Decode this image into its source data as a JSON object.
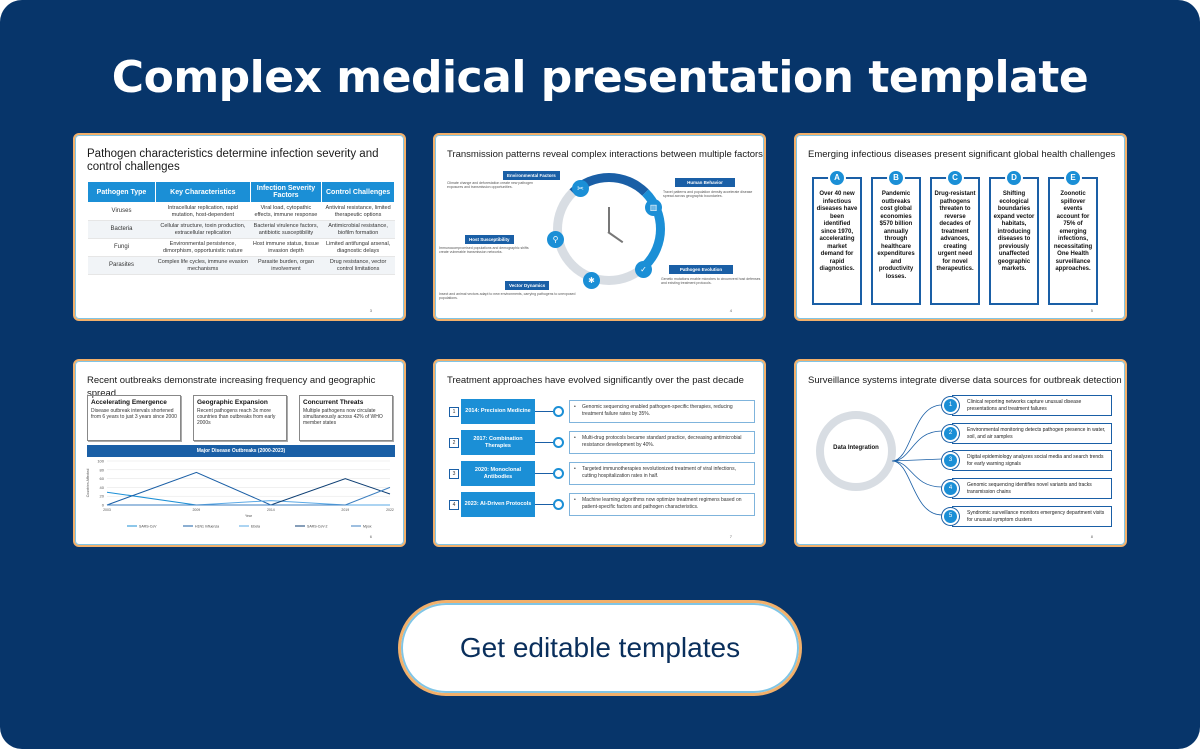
{
  "title": "Complex medical presentation template",
  "cta_label": "Get editable templates",
  "colors": {
    "background": "#07356a",
    "accent": "#1b8fd6",
    "dark_accent": "#1a5fa6",
    "border": "#f2b06a"
  },
  "slides": {
    "s1": {
      "title": "Pathogen characteristics determine infection severity and control challenges",
      "headers": [
        "Pathogen Type",
        "Key Characteristics",
        "Infection Severity Factors",
        "Control Challenges"
      ],
      "rows": [
        [
          "Viruses",
          "Intracellular replication, rapid mutation, host-dependent",
          "Viral load, cytopathic effects, immune response",
          "Antiviral resistance, limited therapeutic options"
        ],
        [
          "Bacteria",
          "Cellular structure, toxin production, extracellular replication",
          "Bacterial virulence factors, antibiotic susceptibility",
          "Antimicrobial resistance, biofilm formation"
        ],
        [
          "Fungi",
          "Environmental persistence, dimorphism, opportunistic nature",
          "Host immune status, tissue invasion depth",
          "Limited antifungal arsenal, diagnostic delays"
        ],
        [
          "Parasites",
          "Complex life cycles, immune evasion mechanisms",
          "Parasite burden, organ involvement",
          "Drug resistance, vector control limitations"
        ]
      ],
      "page": "3"
    },
    "s2": {
      "title": "Transmission patterns reveal complex interactions between multiple factors",
      "labels": {
        "env": "Environmental Factors",
        "host": "Host Susceptibility",
        "vector": "Vector Dynamics",
        "human": "Human Behavior",
        "pathogen": "Pathogen Evolution"
      },
      "desc": {
        "env": "Climate change and deforestation create new pathogen exposures and transmission opportunities.",
        "host": "Immunocompromised populations and demographic shifts create vulnerable transmission networks.",
        "vector": "Insect and animal vectors adapt to new environments, carrying pathogens to unexposed populations.",
        "human": "Travel patterns and population density accelerate disease spread across geographic boundaries.",
        "pathogen": "Genetic mutations enable microbes to circumvent host defenses and existing treatment protocols."
      },
      "page": "4"
    },
    "s3": {
      "title": "Emerging infectious diseases present significant global health challenges",
      "items": [
        {
          "badge": "A",
          "text": "Over 40 new infectious diseases have been identified since 1970, accelerating market demand for rapid diagnostics."
        },
        {
          "badge": "B",
          "text": "Pandemic outbreaks cost global economies $570 billion annually through healthcare expenditures and productivity losses."
        },
        {
          "badge": "C",
          "text": "Drug-resistant pathogens threaten to reverse decades of treatment advances, creating urgent need for novel therapeutics."
        },
        {
          "badge": "D",
          "text": "Shifting ecological boundaries expand vector habitats, introducing diseases to previously unaffected geographic markets."
        },
        {
          "badge": "E",
          "text": "Zoonotic spillover events account for 75% of emerging infections, necessitating One Health surveillance approaches."
        }
      ],
      "page": "5"
    },
    "s4": {
      "title": "Recent outbreaks demonstrate increasing frequency and geographic spread",
      "boxes": [
        {
          "heading": "Accelerating Emergence",
          "text": "Disease outbreak intervals shortened from 6 years to just 3 years since 2000"
        },
        {
          "heading": "Geographic Expansion",
          "text": "Recent pathogens reach 3x more countries than outbreaks from early 2000s"
        },
        {
          "heading": "Concurrent Threats",
          "text": "Multiple pathogens now circulate simultaneously across 42% of WHO member states"
        }
      ],
      "chart_title": "Major Disease Outbreaks (2000-2023)",
      "ylabel": "Countries Affected",
      "xlabel": "Year",
      "page": "6"
    },
    "s5": {
      "title": "Treatment approaches have evolved significantly over the past decade",
      "rows": [
        {
          "num": "1",
          "label": "2014: Precision Medicine",
          "text": "Genomic sequencing enabled pathogen-specific therapies, reducing treatment failure rates by 35%."
        },
        {
          "num": "2",
          "label": "2017: Combination Therapies",
          "text": "Multi-drug protocols became standard practice, decreasing antimicrobial resistance development by 40%."
        },
        {
          "num": "3",
          "label": "2020: Monoclonal Antibodies",
          "text": "Targeted immunotherapies revolutionized treatment of viral infections, cutting hospitalization rates in half."
        },
        {
          "num": "4",
          "label": "2023: AI-Driven Protocols",
          "text": "Machine learning algorithms now optimize treatment regimens based on patient-specific factors and pathogen characteristics."
        }
      ],
      "page": "7"
    },
    "s6": {
      "title": "Surveillance systems integrate diverse data sources for outbreak detection",
      "center": "Data Integration",
      "items": [
        {
          "num": "1",
          "text": "Clinical reporting networks capture unusual disease presentations and treatment failures"
        },
        {
          "num": "2",
          "text": "Environmental monitoring detects pathogen presence in water, soil, and air samples"
        },
        {
          "num": "3",
          "text": "Digital epidemiology analyzes social media and search trends for early warning signals"
        },
        {
          "num": "4",
          "text": "Genomic sequencing identifies novel variants and tracks transmission chains"
        },
        {
          "num": "5",
          "text": "Syndromic surveillance monitors emergency department visits for unusual symptom clusters"
        }
      ],
      "page": "8"
    }
  },
  "chart_data": {
    "type": "line",
    "title": "Major Disease Outbreaks (2000-2023)",
    "xlabel": "Year",
    "ylabel": "Countries Affected",
    "x": [
      2003,
      2009,
      2014,
      2019,
      2022
    ],
    "ylim": [
      0,
      100
    ],
    "yticks": [
      0,
      20,
      40,
      60,
      80,
      100
    ],
    "xticks": [
      "2003",
      "2009",
      "2014\n2015",
      "2019",
      "2022"
    ],
    "series": [
      {
        "name": "SARS-CoV",
        "values": [
          29,
          0,
          0,
          0,
          0
        ]
      },
      {
        "name": "H1N1 Influenza",
        "values": [
          0,
          74,
          0,
          0,
          0
        ]
      },
      {
        "name": "Ebola",
        "values": [
          0,
          0,
          10,
          0,
          0
        ]
      },
      {
        "name": "SARS-CoV-2",
        "values": [
          0,
          0,
          0,
          60,
          25
        ]
      },
      {
        "name": "Mpox",
        "values": [
          0,
          0,
          0,
          0,
          40
        ]
      }
    ],
    "grid": true,
    "legend": "bottom"
  }
}
